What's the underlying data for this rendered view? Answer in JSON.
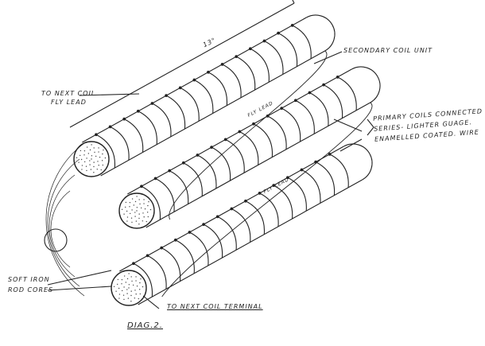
{
  "diagram": {
    "title": "DIAG.2.",
    "coil_count": 3,
    "turns_per_coil": 15,
    "labels": {
      "length": "13\"",
      "to_next_coil_line1": "TO NEXT COIL",
      "to_next_coil_line2": "FLY LEAD",
      "secondary": "SECONDARY COIL UNIT",
      "primary_line1": "PRIMARY COILS CONNECTED",
      "primary_line2": "SERIES- LIGHTER GUAGE.",
      "primary_line3": "ENAMELLED COATED. WIRE",
      "fly_lead_1": "FLY LEAD",
      "fly_lead_2": "FLY LEAD",
      "soft_iron_line1": "SOFT IRON",
      "soft_iron_line2": "ROD CORES",
      "terminal": "TO NEXT COIL TERMINAL"
    }
  }
}
